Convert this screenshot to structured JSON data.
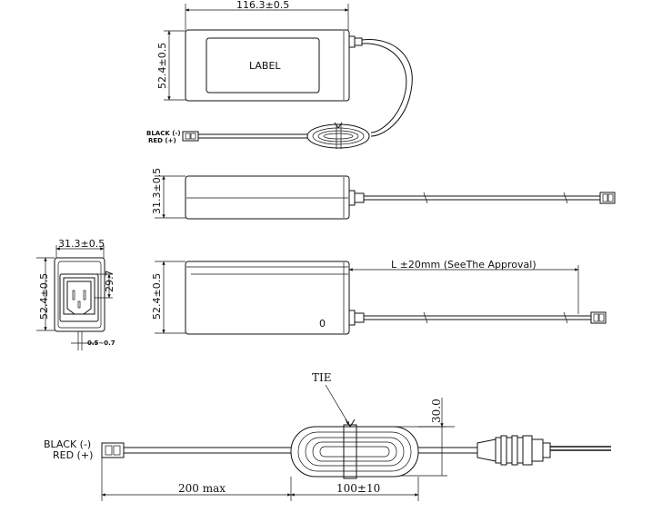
{
  "top_view": {
    "width_dim": "116.3±0.5",
    "height_dim": "52.4±0.5",
    "label_text": "LABEL",
    "wire_black": "BLACK (-)",
    "wire_red": "RED (+)"
  },
  "side_view": {
    "height_dim": "31.3±0.5"
  },
  "end_view": {
    "width_dim": "31.3±0.5",
    "height_dim": "52.4±0.5",
    "socket_dim": "29.7",
    "gap_dim": "0.5~0.7"
  },
  "front_view": {
    "height_dim": "52.4±0.5",
    "length_note": "L ±20mm (SeeThe Approval)",
    "led_marker": "0"
  },
  "cable_detail": {
    "tie_label": "TIE",
    "height_dim": "30.0",
    "wire_black": "BLACK (-)",
    "wire_red": "RED (+)",
    "dim_200": "200 max",
    "dim_100": "100±10"
  }
}
